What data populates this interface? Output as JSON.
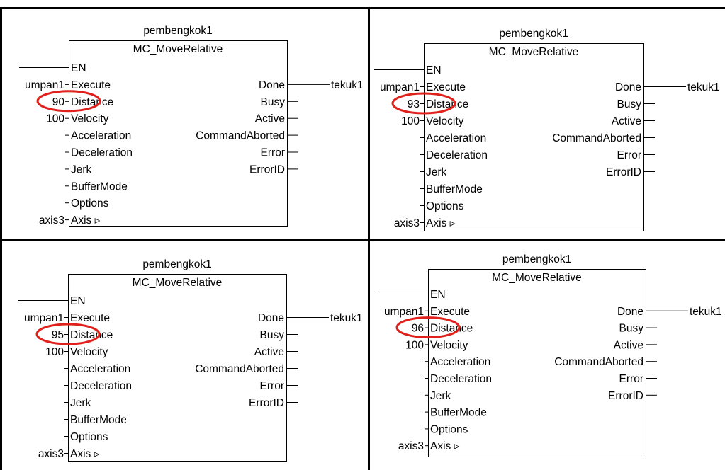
{
  "colors": {
    "highlight": "#e0201b",
    "line": "#000000",
    "background": "#ffffff"
  },
  "panels": [
    {
      "instance": "pembengkok1",
      "block": "MC_MoveRelative",
      "en": "EN",
      "inputs": [
        {
          "pin": "Execute",
          "value": "umpan1"
        },
        {
          "pin": "Distance",
          "value": "90",
          "highlighted": true
        },
        {
          "pin": "Velocity",
          "value": "100"
        },
        {
          "pin": "Acceleration",
          "value": ""
        },
        {
          "pin": "Deceleration",
          "value": ""
        },
        {
          "pin": "Jerk",
          "value": ""
        },
        {
          "pin": "BufferMode",
          "value": ""
        },
        {
          "pin": "Options",
          "value": ""
        },
        {
          "pin": "Axis ▹",
          "value": "axis3"
        }
      ],
      "outputs": [
        {
          "pin": "Done",
          "value": "tekuk1"
        },
        {
          "pin": "Busy",
          "value": ""
        },
        {
          "pin": "Active",
          "value": ""
        },
        {
          "pin": "CommandAborted",
          "value": ""
        },
        {
          "pin": "Error",
          "value": ""
        },
        {
          "pin": "ErrorID",
          "value": ""
        }
      ]
    },
    {
      "instance": "pembengkok1",
      "block": "MC_MoveRelative",
      "en": "EN",
      "inputs": [
        {
          "pin": "Execute",
          "value": "umpan1"
        },
        {
          "pin": "Distance",
          "value": "93",
          "highlighted": true
        },
        {
          "pin": "Velocity",
          "value": "100"
        },
        {
          "pin": "Acceleration",
          "value": ""
        },
        {
          "pin": "Deceleration",
          "value": ""
        },
        {
          "pin": "Jerk",
          "value": ""
        },
        {
          "pin": "BufferMode",
          "value": ""
        },
        {
          "pin": "Options",
          "value": ""
        },
        {
          "pin": "Axis ▹",
          "value": "axis3"
        }
      ],
      "outputs": [
        {
          "pin": "Done",
          "value": "tekuk1"
        },
        {
          "pin": "Busy",
          "value": ""
        },
        {
          "pin": "Active",
          "value": ""
        },
        {
          "pin": "CommandAborted",
          "value": ""
        },
        {
          "pin": "Error",
          "value": ""
        },
        {
          "pin": "ErrorID",
          "value": ""
        }
      ]
    },
    {
      "instance": "pembengkok1",
      "block": "MC_MoveRelative",
      "en": "EN",
      "inputs": [
        {
          "pin": "Execute",
          "value": "umpan1"
        },
        {
          "pin": "Distance",
          "value": "95",
          "highlighted": true
        },
        {
          "pin": "Velocity",
          "value": "100"
        },
        {
          "pin": "Acceleration",
          "value": ""
        },
        {
          "pin": "Deceleration",
          "value": ""
        },
        {
          "pin": "Jerk",
          "value": ""
        },
        {
          "pin": "BufferMode",
          "value": ""
        },
        {
          "pin": "Options",
          "value": ""
        },
        {
          "pin": "Axis ▹",
          "value": "axis3"
        }
      ],
      "outputs": [
        {
          "pin": "Done",
          "value": "tekuk1"
        },
        {
          "pin": "Busy",
          "value": ""
        },
        {
          "pin": "Active",
          "value": ""
        },
        {
          "pin": "CommandAborted",
          "value": ""
        },
        {
          "pin": "Error",
          "value": ""
        },
        {
          "pin": "ErrorID",
          "value": ""
        }
      ]
    },
    {
      "instance": "pembengkok1",
      "block": "MC_MoveRelative",
      "en": "EN",
      "inputs": [
        {
          "pin": "Execute",
          "value": "umpan1"
        },
        {
          "pin": "Distance",
          "value": "96",
          "highlighted": true
        },
        {
          "pin": "Velocity",
          "value": "100"
        },
        {
          "pin": "Acceleration",
          "value": ""
        },
        {
          "pin": "Deceleration",
          "value": ""
        },
        {
          "pin": "Jerk",
          "value": ""
        },
        {
          "pin": "BufferMode",
          "value": ""
        },
        {
          "pin": "Options",
          "value": ""
        },
        {
          "pin": "Axis ▹",
          "value": "axis3"
        }
      ],
      "outputs": [
        {
          "pin": "Done",
          "value": "tekuk1"
        },
        {
          "pin": "Busy",
          "value": ""
        },
        {
          "pin": "Active",
          "value": ""
        },
        {
          "pin": "CommandAborted",
          "value": ""
        },
        {
          "pin": "Error",
          "value": ""
        },
        {
          "pin": "ErrorID",
          "value": ""
        }
      ]
    }
  ]
}
